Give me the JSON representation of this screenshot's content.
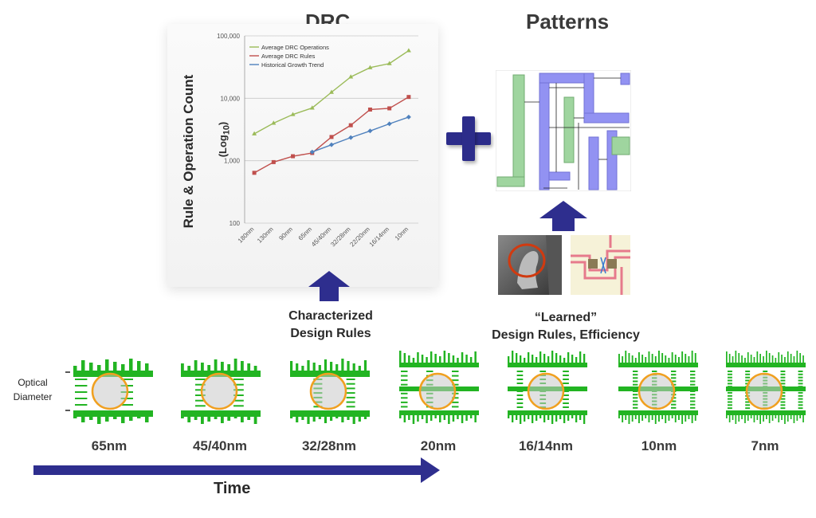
{
  "sections": {
    "drc_title": "DRC",
    "patterns_title": "Patterns"
  },
  "chart_data": {
    "type": "line",
    "scale": "log",
    "ylabel": "Rule & Operation Count",
    "ylabel_sub_prefix": "(Log",
    "ylabel_sub_index": "10",
    "ylabel_sub_suffix": ")",
    "ylim": [
      100,
      100000
    ],
    "yticks": [
      100,
      1000,
      10000,
      100000
    ],
    "ytick_labels": [
      "100",
      "1,000",
      "10,000",
      "100,000"
    ],
    "categories": [
      "180nm",
      "130nm",
      "90nm",
      "65nm",
      "45/40nm",
      "32/28nm",
      "22/20nm",
      "16/14nm",
      "10nm"
    ],
    "legend_position": "top-left",
    "series": [
      {
        "name": "Average DRC Operations",
        "color": "#9bbb59",
        "x_start": 0,
        "values": [
          2700,
          4000,
          5500,
          7000,
          12500,
          22000,
          31000,
          36000,
          58000
        ]
      },
      {
        "name": "Average DRC Rules",
        "color": "#c0504d",
        "x_start": 0,
        "values": [
          640,
          950,
          1180,
          1330,
          2400,
          3700,
          6600,
          6900,
          10500
        ]
      },
      {
        "name": "Historical Growth Trend",
        "color": "#4f81bd",
        "x_start": 3,
        "values": [
          1380,
          1800,
          2350,
          3000,
          3900,
          5000
        ]
      }
    ]
  },
  "captions": {
    "characterized_line1": "Characterized",
    "characterized_line2": "Design Rules",
    "learned_line1": "“Learned”",
    "learned_line2": "Design Rules, Efficiency"
  },
  "optical": {
    "line1": "Optical",
    "line2": "Diameter"
  },
  "nodes": [
    "65nm",
    "45/40nm",
    "32/28nm",
    "20nm",
    "16/14nm",
    "10nm",
    "7nm"
  ],
  "time_label": "Time",
  "colors": {
    "arrow": "#3a3aa0",
    "layout_green": "#22b422",
    "circle": "#f0a020"
  }
}
